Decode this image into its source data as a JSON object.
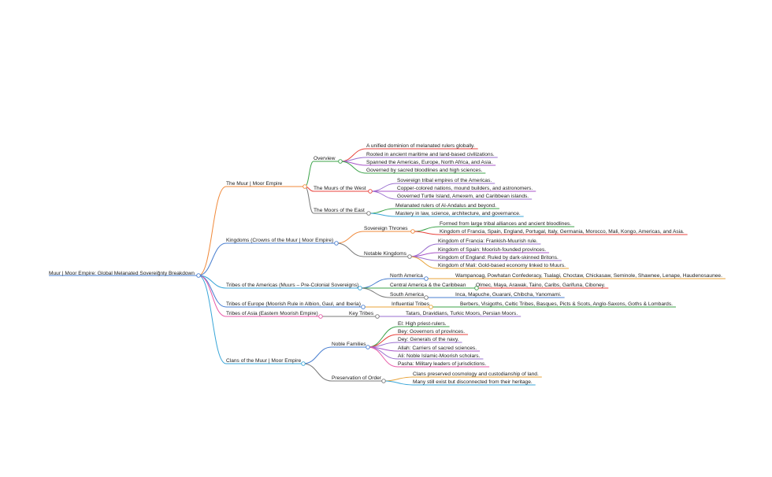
{
  "root": "Muur | Moor Empire: Global Melanated Sovereiğnty Breakdown",
  "branches": [
    {
      "label": "The Muur | Moor Empire",
      "color": "#f0893a",
      "children": [
        {
          "label": "Overview",
          "color": "#3ca34a",
          "leaves": [
            {
              "text": "A unified dominion of melanated rulers globally.",
              "color": "#e8423b"
            },
            {
              "text": "Rooted in ancient maritime and land-based civilizations.",
              "color": "#9a6fcf"
            },
            {
              "text": "Spanned the Americas, Europe, North Africa, and Asia.",
              "color": "#a855c9"
            },
            {
              "text": "Governed by sacred bloodlines and high sciences.",
              "color": "#3ca34a"
            }
          ]
        },
        {
          "label": "The Muurs of the West",
          "color": "#e8423b",
          "leaves": [
            {
              "text": "Sovereign tribal empires of the Americas.",
              "color": "#9a6fcf"
            },
            {
              "text": "Copper-colored nations, mound builders, and astronomers.",
              "color": "#a855c9"
            },
            {
              "text": "Governed Turtle Island, Amexem, and Caribbean islands.",
              "color": "#9a6fcf"
            }
          ]
        },
        {
          "label": "The Moors of the East",
          "color": "#7a7a7a",
          "leaves": [
            {
              "text": "Melanated rulers of Al-Andalus and beyond.",
              "color": "#3ca34a"
            },
            {
              "text": "Mastery in law, science, architecture, and governance.",
              "color": "#3aa6d8"
            }
          ]
        }
      ]
    },
    {
      "label": "Kingdoms (Crowns of the Muur | Moor Empire)",
      "color": "#4a7fd0",
      "children": [
        {
          "label": "Sovereign Thrones",
          "color": "#f0893a",
          "leaves": [
            {
              "text": "Formed from large tribal alliances and ancient bloodlines.",
              "color": "#3ca34a"
            },
            {
              "text": "Kingdom of Francia, Spain, England, Portugal, Italy, Germania, Morocco, Mali, Kongo, Americas, and Asia.",
              "color": "#e8423b"
            }
          ]
        },
        {
          "label": "Notable Kingdoms",
          "color": "#7a7a7a",
          "leaves": [
            {
              "bold": "Kingdom of Francia",
              "text": ": Frankish-Muurish rule.",
              "color": "#9a6fcf"
            },
            {
              "bold": "Kingdom of Spain",
              "text": ": Moorish-founded provinces.",
              "color": "#a855c9"
            },
            {
              "bold": "Kingdom of England",
              "text": ": Ruled by dark-skinned Britons.",
              "color": "#9a6fcf"
            },
            {
              "bold": "Kingdom of Mali",
              "text": ": Gold-based economy linked to Muurs.",
              "color": "#e8a33a"
            }
          ]
        }
      ]
    },
    {
      "label": "Tribes of the Americas (Muurs – Pre-Colonial Sovereigns)",
      "color": "#3aa6d8",
      "children": [
        {
          "label": "North America",
          "color": "#4a7fd0",
          "leaves": [
            {
              "text": "Wampanoag, Powhatan Confederacy, Tsalagi, Choctaw, Chickasaw, Seminole, Shawnee, Lenape, Haudenosaunee.",
              "color": "#e8a33a"
            }
          ]
        },
        {
          "label": "Central America & the Caribbean",
          "color": "#3ca34a",
          "leaves": [
            {
              "text": "Olmec, Maya, Arawak, Taino, Caribs, Garifuna, Ciboney.",
              "color": "#e8423b"
            }
          ]
        },
        {
          "label": "South America",
          "color": "#7a7a7a",
          "leaves": [
            {
              "text": "Inca, Mapuche, Guarani, Chibcha, Yanomami.",
              "color": "#4a7fd0"
            }
          ]
        }
      ]
    },
    {
      "label": "Tribes of Europe (Moorish Rule in Albion, Gaul, and Iberia)",
      "color": "#4a7fd0",
      "children": [
        {
          "label": "Influential Tribes",
          "color": "#e8a33a",
          "leaves": [
            {
              "text": "Berbers, Visigoths, Celtic Tribes, Basques, Picts & Scots, Anglo-Saxons, Goths & Lombards.",
              "color": "#3ca34a"
            }
          ]
        }
      ]
    },
    {
      "label": "Tribes of Asia (Eastern Moorish Empire)",
      "color": "#e85aa8",
      "children": [
        {
          "label": "Key Tribes",
          "color": "#7a7a7a",
          "leaves": [
            {
              "text": "Tatars, Dravidians, Turkic Moors, Persian Moors.",
              "color": "#9a6fcf"
            }
          ]
        }
      ]
    },
    {
      "label": "Clans of the Muur | Moor Empire",
      "color": "#3aa6d8",
      "children": [
        {
          "label": "Noble Families",
          "color": "#4a7fd0",
          "leaves": [
            {
              "bold": "El",
              "text": ": High priest-rulers.",
              "color": "#3ca34a"
            },
            {
              "bold": "Bey",
              "text": ": Governors of provinces.",
              "color": "#e8423b"
            },
            {
              "bold": "Dey",
              "text": ": Generals of the navy.",
              "color": "#9a6fcf"
            },
            {
              "bold": "Allah",
              "text": ": Carriers of sacred sciences.",
              "color": "#a855c9"
            },
            {
              "bold": "Ali",
              "text": ": Noble Islamic-Moorish scholars.",
              "color": "#9a6fcf"
            },
            {
              "bold": "Pasha",
              "text": ": Military leaders of jurisdictions.",
              "color": "#e85aa8"
            }
          ]
        },
        {
          "label": "Preservation of Order",
          "color": "#7a7a7a",
          "leaves": [
            {
              "text": "Clans preserved cosmology and custodianship of land.",
              "color": "#e8a33a"
            },
            {
              "text": "Many still exist but disconnected from their heritage.",
              "color": "#3aa6d8"
            }
          ]
        }
      ]
    }
  ]
}
